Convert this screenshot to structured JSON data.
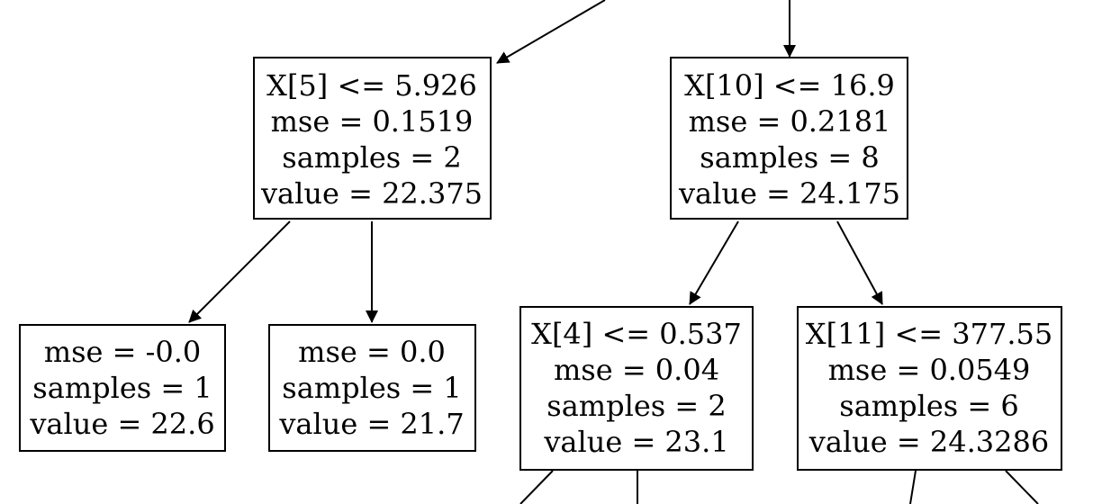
{
  "nodes": [
    {
      "id": "n1",
      "lines": [
        "X[5] <= 5.926",
        "mse = 0.1519",
        "samples = 2",
        "value = 22.375"
      ]
    },
    {
      "id": "n2",
      "lines": [
        "X[10] <= 16.9",
        "mse = 0.2181",
        "samples = 8",
        "value = 24.175"
      ]
    },
    {
      "id": "n3",
      "lines": [
        "mse = -0.0",
        "samples = 1",
        "value = 22.6"
      ]
    },
    {
      "id": "n4",
      "lines": [
        "mse = 0.0",
        "samples = 1",
        "value = 21.7"
      ]
    },
    {
      "id": "n5",
      "lines": [
        "X[4] <= 0.537",
        "mse = 0.04",
        "samples = 2",
        "value = 23.1"
      ]
    },
    {
      "id": "n6",
      "lines": [
        "X[11] <= 377.55",
        "mse = 0.0549",
        "samples = 6",
        "value = 24.3286"
      ]
    }
  ]
}
